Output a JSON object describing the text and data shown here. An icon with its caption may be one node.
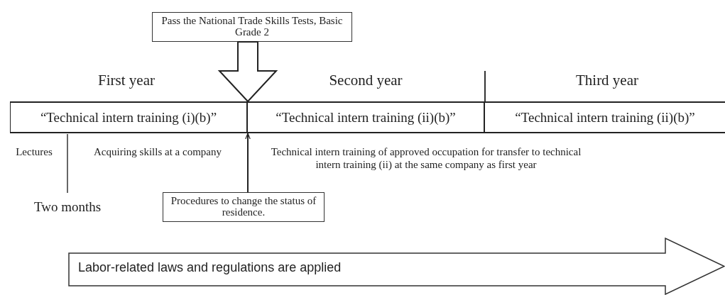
{
  "diagram": {
    "nodes": [
      {
        "text": [
          "Pass the National Trade Skills Tests, Basic Grade 2"
        ]
      },
      {
        "text": [
          "“Technical intern training (i)(b)”"
        ]
      },
      {
        "text": [
          "“Technical intern training (ii)(b)”"
        ]
      },
      {
        "text": [
          "“Technical intern training (ii)(b)”"
        ]
      },
      {
        "text": [
          "Procedures to change the status of residence."
        ]
      },
      {
        "text": [
          "Labor-related laws and regulations are applied"
        ]
      }
    ],
    "edges": [
      {
        "from": 0,
        "to": 1,
        "arrow": "to",
        "style": "thick"
      },
      {
        "from": 4,
        "to": 1,
        "arrow": "to"
      }
    ],
    "labels": [
      "First year",
      "Second year",
      "Third year",
      "Lectures",
      "Acquiring skills at a company",
      "Technical intern training of approved occupation for transfer to technical intern training (ii) at the same company as first year",
      "Two months"
    ]
  }
}
